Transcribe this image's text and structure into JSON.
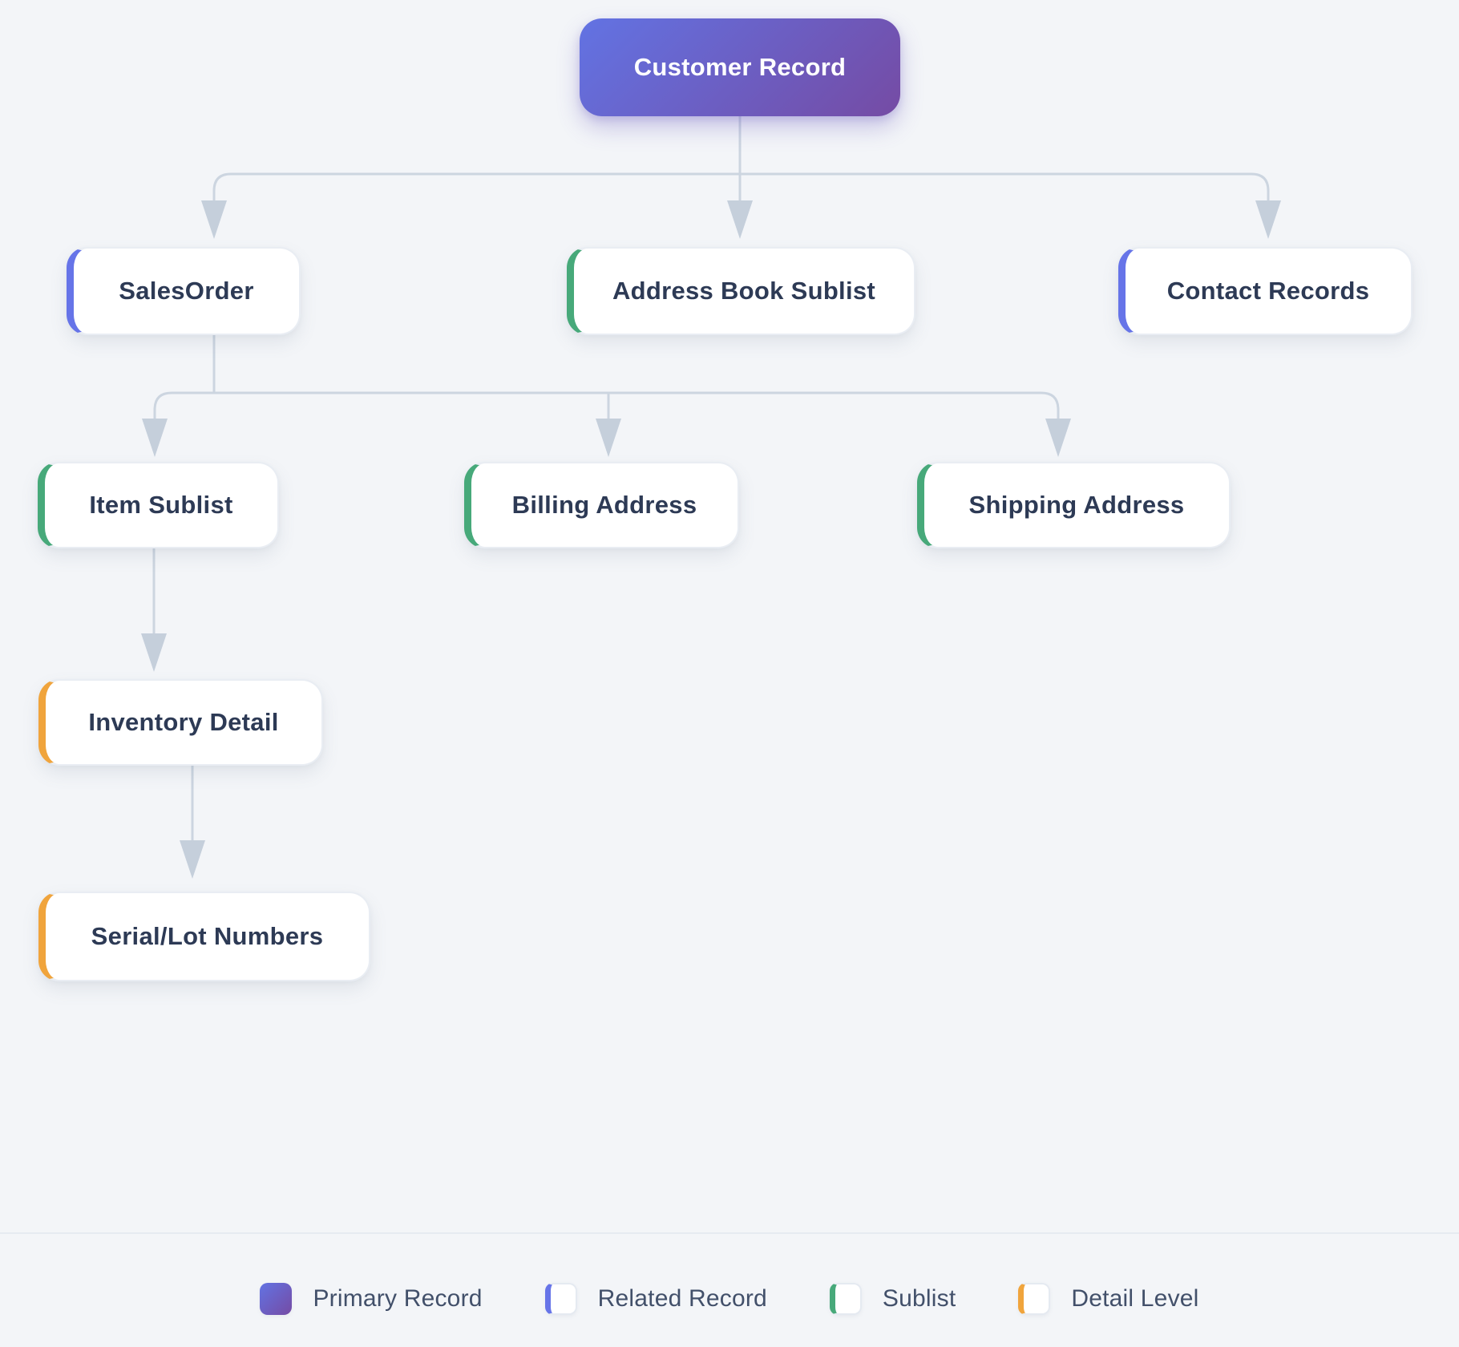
{
  "diagram": {
    "nodes": {
      "customer_record": "Customer Record",
      "sales_order": "SalesOrder",
      "address_book": "Address Book Sublist",
      "contact_records": "Contact Records",
      "item_sublist": "Item Sublist",
      "billing_address": "Billing Address",
      "shipping_address": "Shipping Address",
      "inventory_detail": "Inventory Detail",
      "serial_lot": "Serial/Lot Numbers"
    },
    "edges": [
      "Customer Record -> SalesOrder",
      "Customer Record -> Address Book Sublist",
      "Customer Record -> Contact Records",
      "SalesOrder -> Item Sublist",
      "SalesOrder -> Billing Address",
      "SalesOrder -> Shipping Address",
      "Item Sublist -> Inventory Detail",
      "Inventory Detail -> Serial/Lot Numbers"
    ]
  },
  "legend": {
    "items": [
      {
        "label": "Primary Record",
        "type": "primary"
      },
      {
        "label": "Related Record",
        "type": "related"
      },
      {
        "label": "Sublist",
        "type": "sublist"
      },
      {
        "label": "Detail Level",
        "type": "detail"
      }
    ]
  },
  "colors": {
    "background": "#f3f5f8",
    "primary_gradient_start": "#6273e3",
    "primary_gradient_end": "#754ba4",
    "related_accent": "#6674e8",
    "sublist_accent": "#47a97a",
    "detail_accent": "#f0a43c",
    "connector_line": "#ccd5e0",
    "connector_arrow": "#c5cfdb",
    "node_text": "#2d3a55",
    "legend_text": "#42506a"
  }
}
